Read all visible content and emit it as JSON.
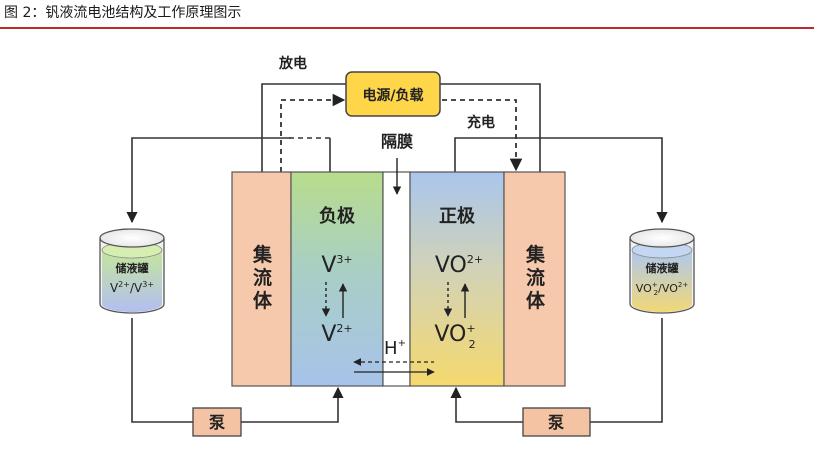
{
  "title": "图 2：钒液流电池结构及工作原理图示",
  "labels": {
    "discharge": "放电",
    "charge": "充电",
    "power_load": "电源/负载",
    "membrane": "隔膜",
    "collector": "集流体",
    "negative_electrode": "负极",
    "positive_electrode": "正极",
    "tank": "储液罐",
    "pump": "泵"
  },
  "species": {
    "neg_top_base": "V",
    "neg_top_sup": "3+",
    "neg_bottom_base": "V",
    "neg_bottom_sup": "2+",
    "pos_top_base": "VO",
    "pos_top_sup": "2+",
    "pos_bottom_base": "VO",
    "pos_bottom_sup": "+",
    "pos_bottom_sub": "2",
    "proton_base": "H",
    "proton_sup": "+"
  },
  "tank_left": {
    "species1_base": "V",
    "species1_sup": "2+",
    "sep": "/",
    "species2_base": "V",
    "species2_sup": "3+"
  },
  "tank_right": {
    "species1_base": "VO",
    "species1_sup": "+",
    "species1_sub": "2",
    "sep": "/",
    "species2_base": "VO",
    "species2_sup": "2+"
  },
  "colors": {
    "title_rule": "#c0282d",
    "collector": "#f7c9ac",
    "power_box": "#ffd54a",
    "pump_box": "#f4c3a4",
    "neg_green": "#b8dd8c",
    "neg_blue": "#a7c3ea",
    "pos_blue": "#a9c6ec",
    "pos_yellow": "#f5d96e"
  }
}
